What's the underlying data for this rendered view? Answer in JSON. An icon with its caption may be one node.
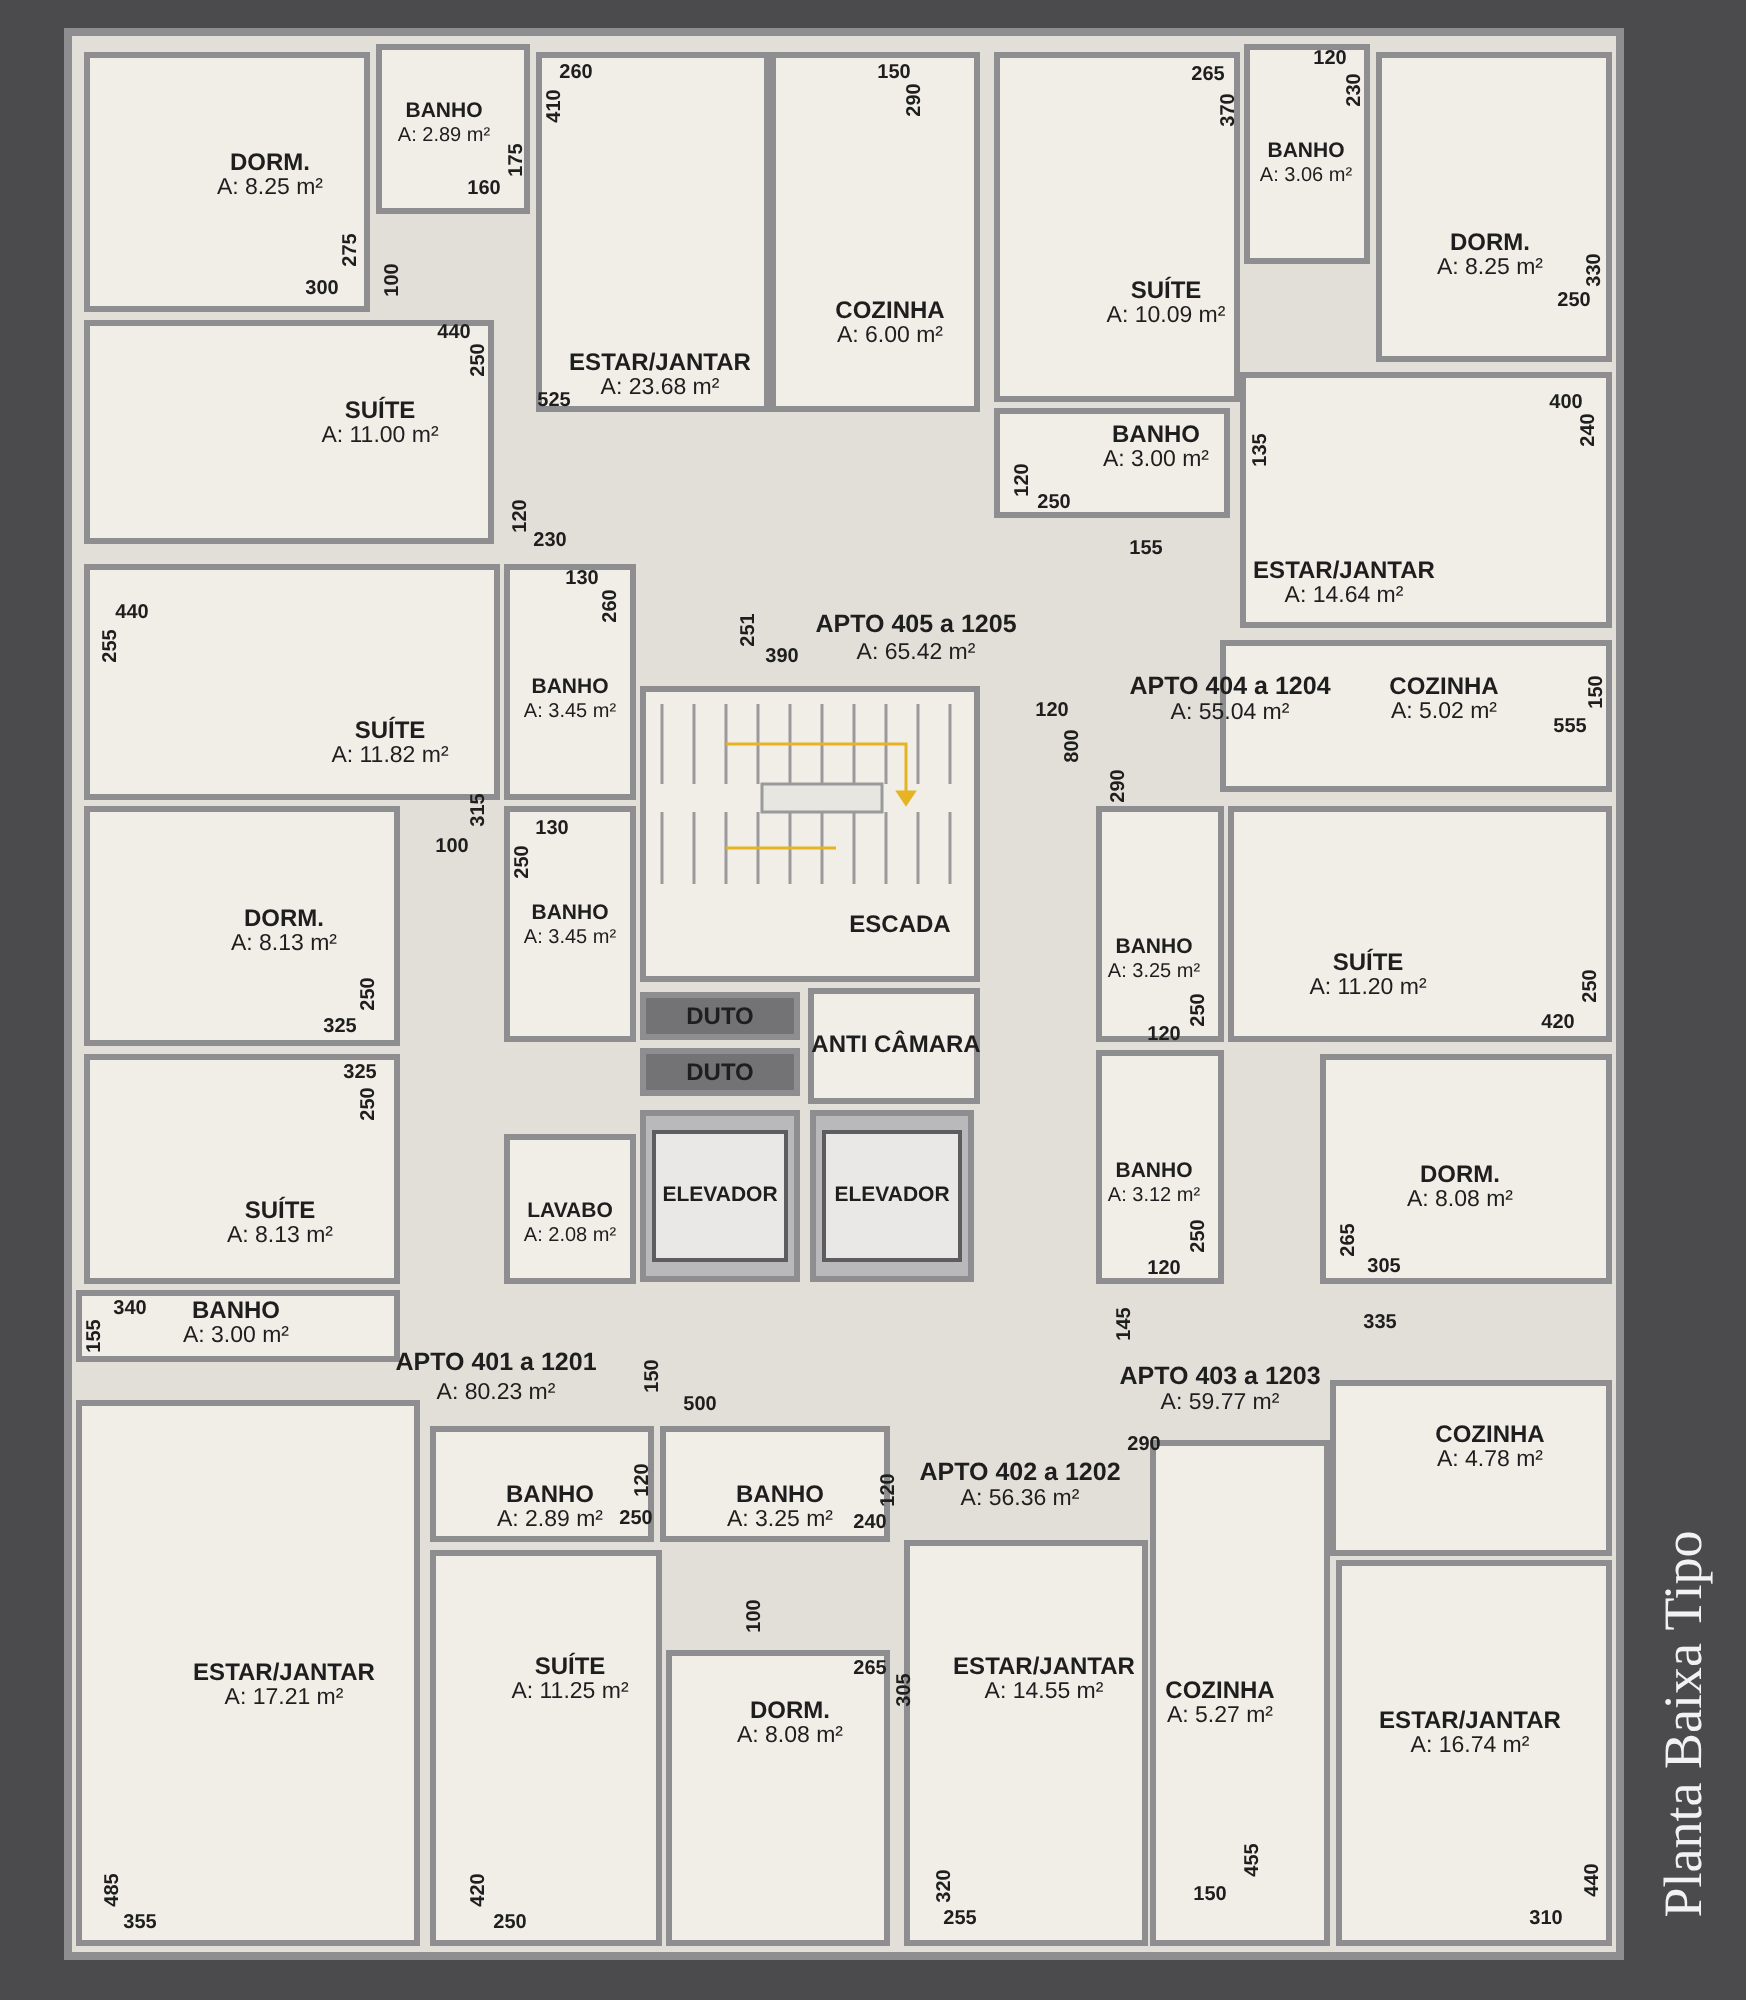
{
  "diagram": {
    "title": "Planta Baixa Tipo",
    "nodes": [
      {
        "text": [
          "DORM.",
          "A: 8.25 m²"
        ]
      },
      {
        "text": [
          "BANHO",
          "A: 2.89 m²"
        ]
      },
      {
        "text": [
          "ESTAR/JANTAR",
          "A: 23.68 m²"
        ]
      },
      {
        "text": [
          "COZINHA",
          "A: 6.00 m²"
        ]
      },
      {
        "text": [
          "SUÍTE",
          "A: 10.09 m²"
        ]
      },
      {
        "text": [
          "BANHO",
          "A: 3.06 m²"
        ]
      },
      {
        "text": [
          "DORM.",
          "A: 8.25 m²"
        ]
      },
      {
        "text": [
          "SUÍTE",
          "A: 11.00 m²"
        ]
      },
      {
        "text": [
          "BANHO",
          "A: 3.00 m²"
        ]
      },
      {
        "text": [
          "ESTAR/JANTAR",
          "A: 14.64 m²"
        ]
      },
      {
        "text": [
          "SUÍTE",
          "A: 11.82 m²"
        ]
      },
      {
        "text": [
          "BANHO",
          "A: 3.45 m²"
        ]
      },
      {
        "text": [
          "COZINHA",
          "A: 5.02 m²"
        ]
      },
      {
        "text": [
          "ESCADA"
        ]
      },
      {
        "text": [
          "DORM.",
          "A: 8.13 m²"
        ]
      },
      {
        "text": [
          "BANHO",
          "A: 3.45 m²"
        ]
      },
      {
        "text": [
          "BANHO",
          "A: 3.25 m²"
        ]
      },
      {
        "text": [
          "SUÍTE",
          "A: 11.20 m²"
        ]
      },
      {
        "text": [
          "DUTO"
        ]
      },
      {
        "text": [
          "ANTI CÂMARA"
        ]
      },
      {
        "text": [
          "DUTO"
        ]
      },
      {
        "text": [
          "SUÍTE",
          "A: 8.13 m²"
        ]
      },
      {
        "text": [
          "LAVABO",
          "A: 2.08 m²"
        ]
      },
      {
        "text": [
          "ELEVADOR"
        ]
      },
      {
        "text": [
          "ELEVADOR"
        ]
      },
      {
        "text": [
          "BANHO",
          "A: 3.12 m²"
        ]
      },
      {
        "text": [
          "DORM.",
          "A: 8.08 m²"
        ]
      },
      {
        "text": [
          "BANHO",
          "A: 3.00 m²"
        ]
      },
      {
        "text": [
          "COZINHA",
          "A: 4.78 m²"
        ]
      },
      {
        "text": [
          "BANHO",
          "A: 2.89 m²"
        ]
      },
      {
        "text": [
          "BANHO",
          "A: 3.25 m²"
        ]
      },
      {
        "text": [
          "SUÍTE",
          "A: 11.25 m²"
        ]
      },
      {
        "text": [
          "ESTAR/JANTAR",
          "A: 14.55 m²"
        ]
      },
      {
        "text": [
          "COZINHA",
          "A: 5.27 m²"
        ]
      },
      {
        "text": [
          "DORM.",
          "A: 8.08 m²"
        ]
      },
      {
        "text": [
          "ESTAR/JANTAR",
          "A: 17.21 m²"
        ]
      },
      {
        "text": [
          "ESTAR/JANTAR",
          "A: 16.74 m²"
        ]
      }
    ],
    "labels": [
      "150",
      "120",
      "260",
      "265",
      "410",
      "290",
      "370",
      "230",
      "175",
      "160",
      "275",
      "330",
      "100",
      "300",
      "250",
      "440",
      "250",
      "525",
      "400",
      "240",
      "135",
      "120",
      "250",
      "120",
      "230",
      "155",
      "130",
      "260",
      "440",
      "APTO 405 a 1205",
      "A: 65.42 m²",
      "251",
      "255",
      "390",
      "APTO 404 a 1204",
      "A: 55.04 m²",
      "150",
      "120",
      "555",
      "800",
      "290",
      "315",
      "130",
      "100",
      "250",
      "250",
      "250",
      "250",
      "420",
      "325",
      "120",
      "325",
      "250",
      "250",
      "265",
      "120",
      "305",
      "340",
      "145",
      "335",
      "155",
      "APTO 401 a 1201",
      "A: 80.23 m²",
      "150",
      "APTO 403 a 1203",
      "A: 59.77 m²",
      "500",
      "290",
      "APTO 402 a 1202",
      "A: 56.36 m²",
      "120",
      "120",
      "250",
      "240",
      "100",
      "265",
      "305",
      "455",
      "440",
      "320",
      "485",
      "420",
      "150",
      "255",
      "355",
      "250",
      "310"
    ]
  }
}
